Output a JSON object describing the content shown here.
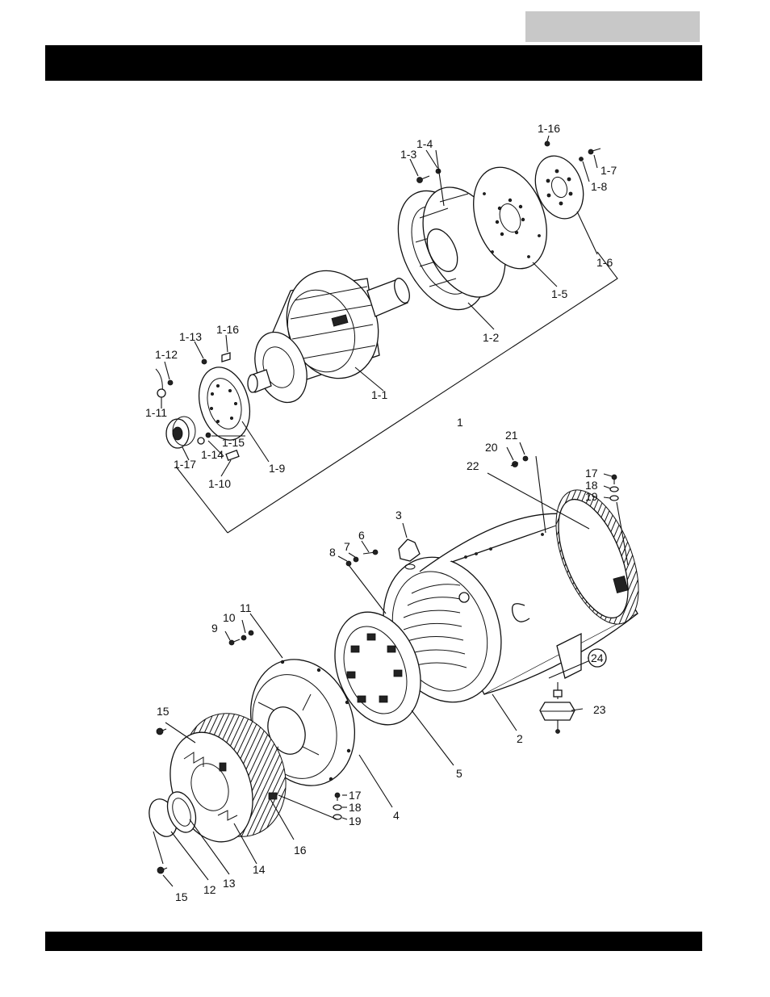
{
  "header": {
    "tab_text": "",
    "title": ""
  },
  "callouts": [
    "1-16",
    "1-4",
    "1-3",
    "1-7",
    "1-8",
    "1-6",
    "1-5",
    "1-2",
    "1-1",
    "1-13",
    "1-16",
    "1-12",
    "1-11",
    "1-15",
    "1-14",
    "1-17",
    "1-10",
    "1-9",
    "1",
    "21",
    "20",
    "22",
    "17",
    "18",
    "19",
    "3",
    "6",
    "7",
    "8",
    "11",
    "10",
    "9",
    "24",
    "23",
    "2",
    "5",
    "4",
    "15",
    "17",
    "18",
    "19",
    "16",
    "14",
    "13",
    "12",
    "15"
  ]
}
